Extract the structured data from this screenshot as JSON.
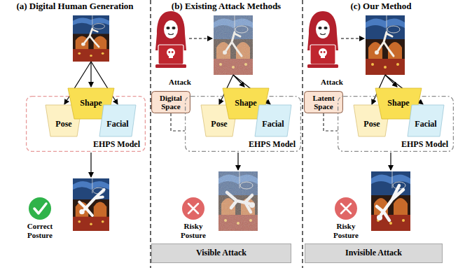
{
  "diagram": {
    "nodes": [
      {
        "text": [
          "EHPS Model"
        ]
      },
      {
        "text": [
          "Pose"
        ],
        "in": 0
      },
      {
        "text": [
          "Shape"
        ],
        "in": 0
      },
      {
        "text": [
          "Facial"
        ],
        "in": 0
      },
      {
        "text": [
          "Digital Space"
        ]
      },
      {
        "text": [
          "EHPS Model"
        ]
      },
      {
        "text": [
          "Pose"
        ],
        "in": 5
      },
      {
        "text": [
          "Shape"
        ],
        "in": 5
      },
      {
        "text": [
          "Facial"
        ],
        "in": 5
      },
      {
        "text": [
          "Visible Attack"
        ]
      },
      {
        "text": [
          "Latent Space"
        ]
      },
      {
        "text": [
          "EHPS Model"
        ]
      },
      {
        "text": [
          "Pose"
        ],
        "in": 11
      },
      {
        "text": [
          "Shape"
        ],
        "in": 11
      },
      {
        "text": [
          "Facial"
        ],
        "in": 11
      },
      {
        "text": [
          "Invisible Attack"
        ]
      }
    ],
    "edges": [
      {
        "from": 4,
        "to": 5,
        "arrow": "none"
      },
      {
        "from": 10,
        "to": 11,
        "arrow": "none"
      }
    ],
    "labels": [
      "(a) Digital Human Generation",
      "(b) Existing Attack Methods",
      "(c) Our Method",
      "Correct Posture",
      "Attack",
      "Risky Posture",
      "Attack",
      "Risky Posture"
    ]
  }
}
